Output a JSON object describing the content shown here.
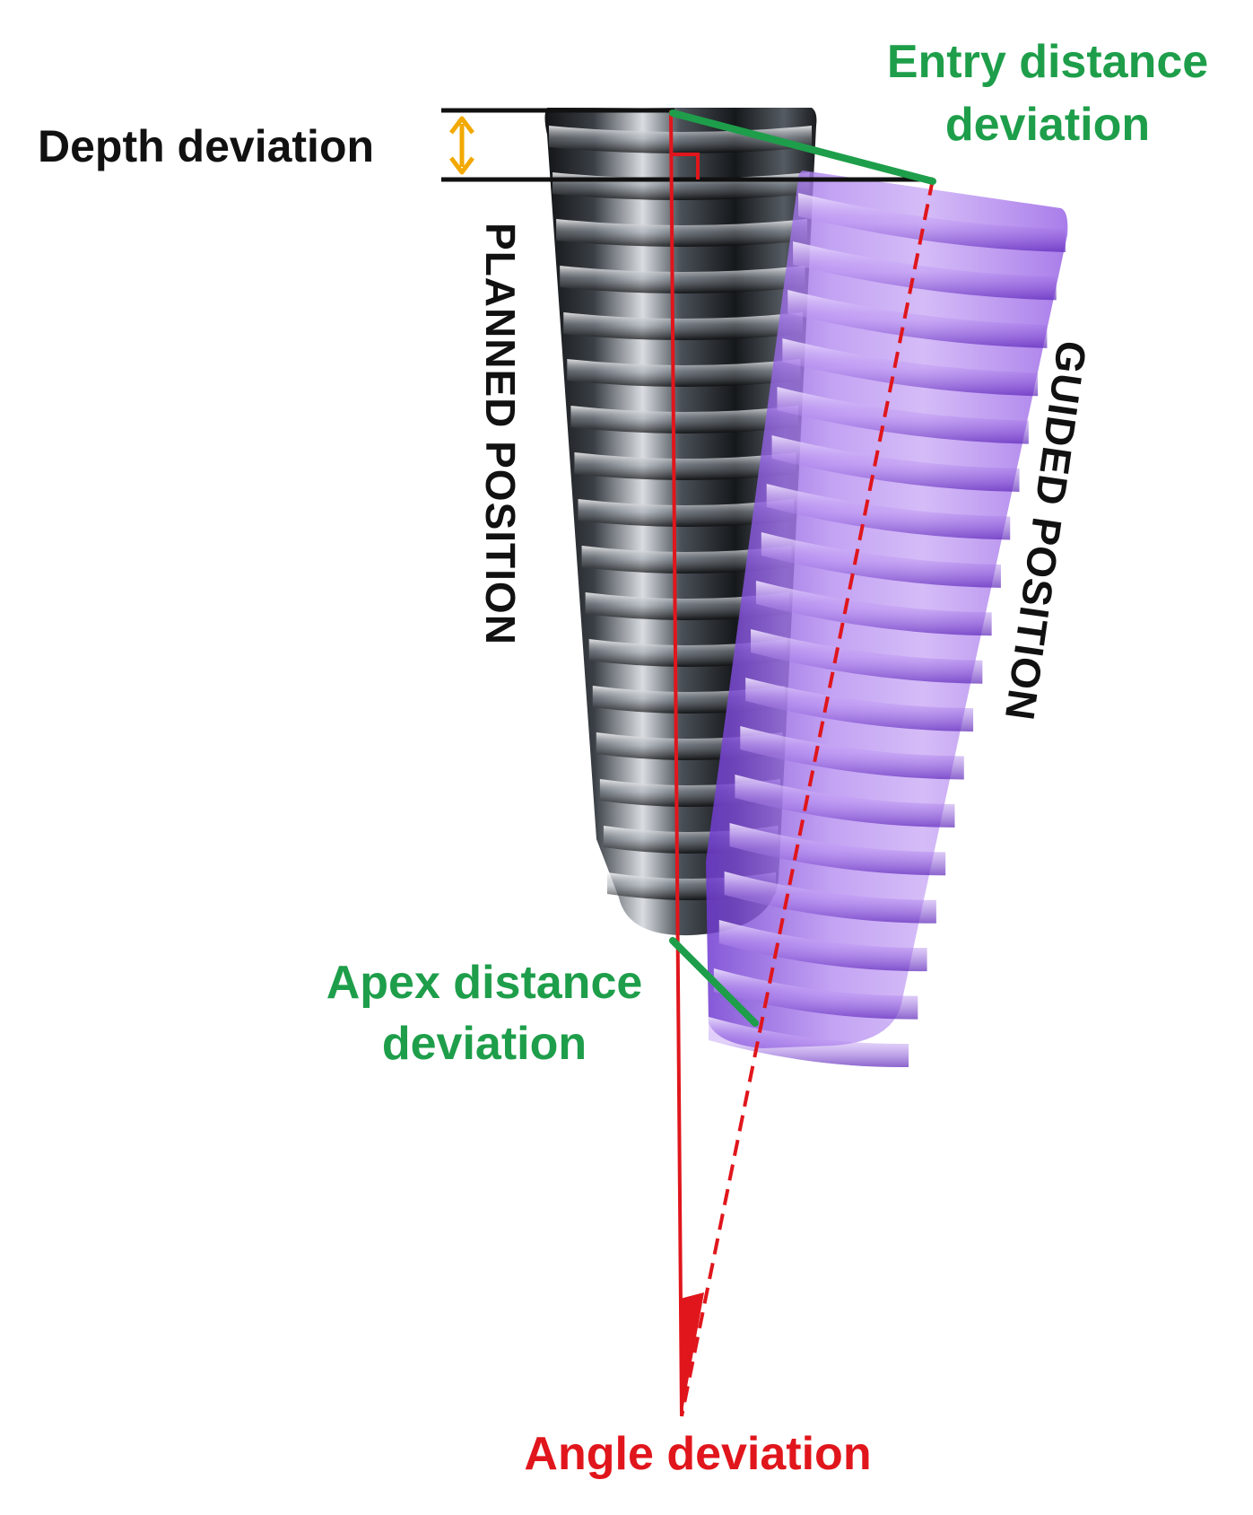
{
  "labels": {
    "entry_line1": "Entry distance",
    "entry_line2": "deviation",
    "depth": "Depth deviation",
    "planned": "PLANNED POSITION",
    "guided": "GUIDED POSITION",
    "apex_line1": "Apex distance",
    "apex_line2": "deviation",
    "angle": "Angle deviation"
  },
  "colors": {
    "green": "#1e9e4a",
    "red": "#e0161c",
    "black": "#111111",
    "depth_arrow": "#f2a900",
    "planned_implant": "#2a2d31",
    "guided_implant": "#a776e8"
  }
}
